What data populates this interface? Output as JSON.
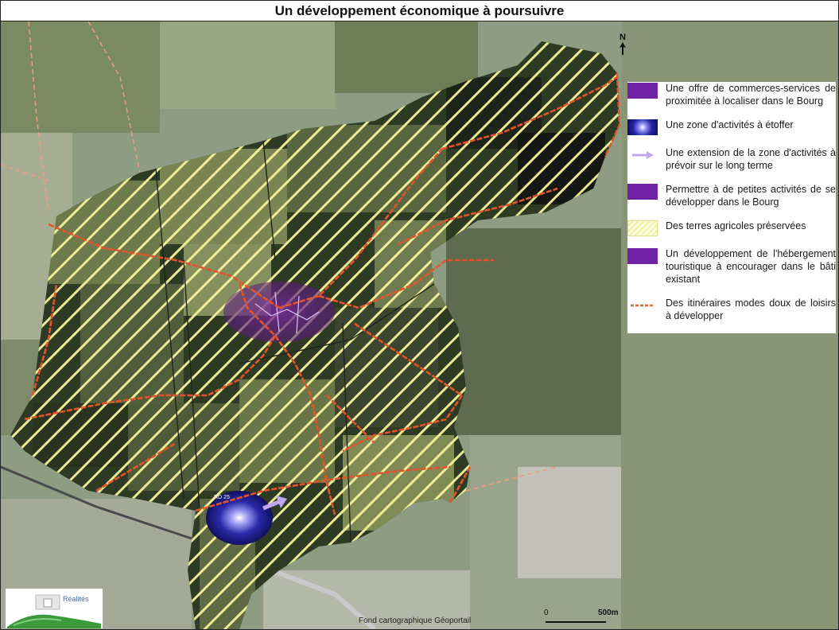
{
  "title": "Un développement économique à poursuivre",
  "north_arrow": {
    "label": "N"
  },
  "legend": {
    "items": [
      {
        "symbol": "purple-fill",
        "text": "Une offre de commerces-services de proximitée à localiser dans le Bourg"
      },
      {
        "symbol": "blue-blob",
        "text": "Une zone d'activités à étoffer"
      },
      {
        "symbol": "lilac-arrow",
        "text": "Une extension de la zone d'activités à prévoir sur le long terme"
      },
      {
        "symbol": "purple-fill",
        "text": "Permettre à de petites activités de se développer dans le Bourg"
      },
      {
        "symbol": "yellow-hatch",
        "text": "Des terres agricoles préservées"
      },
      {
        "symbol": "purple-fill",
        "text": "Un développement de l'hébergement touristique à encourager dans le bâti existant"
      },
      {
        "symbol": "orange-dash",
        "text": "Des itinéraires modes doux de loisirs à développer"
      }
    ]
  },
  "source": "Fond cartographique Géoportail",
  "scale": {
    "start": "0",
    "end": "500m"
  },
  "logo": {
    "text": "Réalités"
  },
  "road_label": "RD 25",
  "colors": {
    "purple": "#6f22a4",
    "blue": "#2424a8",
    "arrow": "#c0a8f0",
    "hatch": "#f1f19a",
    "route": "#e2552a",
    "orange_dash": "#e8643a"
  }
}
